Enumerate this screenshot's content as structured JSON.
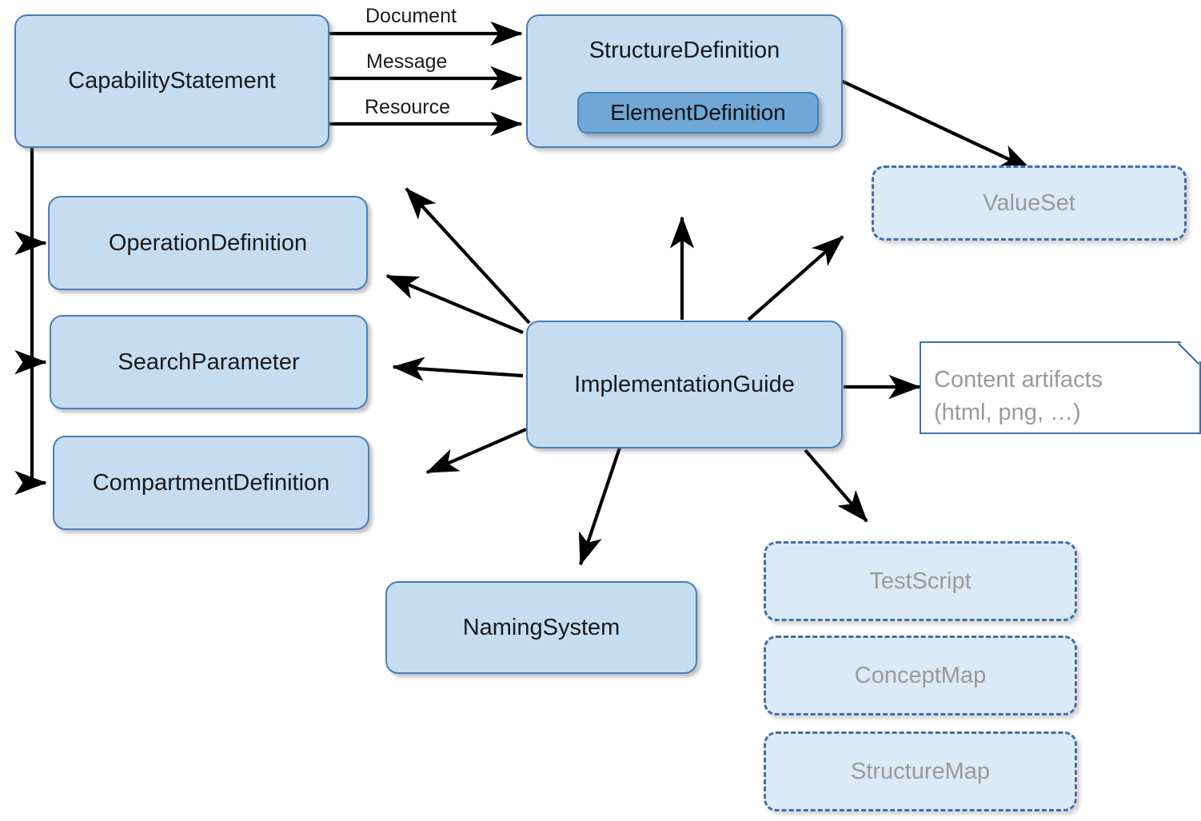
{
  "diagram": {
    "title": "FHIR Conformance and Implementation Guide resource relationships",
    "colors": {
      "solid_fill": "#c6dcf0",
      "solid_border": "#4a7ebb",
      "nested_fill": "#6fa7d7",
      "dashed_fill": "#dce9f6",
      "dashed_border": "#3f6fa8",
      "note_fill": "#ffffff",
      "note_border": "#3f6fa8",
      "muted_text": "#9a9a9a",
      "text": "#1a1a1a",
      "arrow": "#000000",
      "background": "#ffffff"
    },
    "nodes": [
      {
        "id": "capability-statement",
        "label": "CapabilityStatement",
        "style": "solid"
      },
      {
        "id": "structure-definition",
        "label": "StructureDefinition",
        "style": "solid"
      },
      {
        "id": "element-definition",
        "label": "ElementDefinition",
        "style": "nested"
      },
      {
        "id": "value-set",
        "label": "ValueSet",
        "style": "dashed"
      },
      {
        "id": "operation-definition",
        "label": "OperationDefinition",
        "style": "solid"
      },
      {
        "id": "search-parameter",
        "label": "SearchParameter",
        "style": "solid"
      },
      {
        "id": "compartment-definition",
        "label": "CompartmentDefinition",
        "style": "solid"
      },
      {
        "id": "implementation-guide",
        "label": "ImplementationGuide",
        "style": "solid"
      },
      {
        "id": "content-artifacts",
        "label": "Content artifacts\n(html, png, …)",
        "style": "note"
      },
      {
        "id": "naming-system",
        "label": "NamingSystem",
        "style": "solid"
      },
      {
        "id": "test-script",
        "label": "TestScript",
        "style": "dashed"
      },
      {
        "id": "concept-map",
        "label": "ConceptMap",
        "style": "dashed"
      },
      {
        "id": "structure-map",
        "label": "StructureMap",
        "style": "dashed"
      }
    ],
    "node_labels": {
      "capability_statement": "CapabilityStatement",
      "structure_definition": "StructureDefinition",
      "element_definition": "ElementDefinition",
      "value_set": "ValueSet",
      "operation_definition": "OperationDefinition",
      "search_parameter": "SearchParameter",
      "compartment_definition": "CompartmentDefinition",
      "implementation_guide": "ImplementationGuide",
      "content_artifacts_line1": "Content artifacts",
      "content_artifacts_line2": "(html, png, …)",
      "naming_system": "NamingSystem",
      "test_script": "TestScript",
      "concept_map": "ConceptMap",
      "structure_map": "StructureMap"
    },
    "edge_labels": {
      "document": "Document",
      "message": "Message",
      "resource": "Resource"
    },
    "edges": [
      {
        "from": "capability-statement",
        "to": "structure-definition",
        "label": "Document"
      },
      {
        "from": "capability-statement",
        "to": "structure-definition",
        "label": "Message"
      },
      {
        "from": "capability-statement",
        "to": "structure-definition",
        "label": "Resource"
      },
      {
        "from": "capability-statement",
        "to": "operation-definition",
        "label": ""
      },
      {
        "from": "capability-statement",
        "to": "search-parameter",
        "label": ""
      },
      {
        "from": "capability-statement",
        "to": "compartment-definition",
        "label": ""
      },
      {
        "from": "structure-definition",
        "to": "value-set",
        "label": ""
      },
      {
        "from": "implementation-guide",
        "to": "capability-statement",
        "label": ""
      },
      {
        "from": "implementation-guide",
        "to": "operation-definition",
        "label": ""
      },
      {
        "from": "implementation-guide",
        "to": "search-parameter",
        "label": ""
      },
      {
        "from": "implementation-guide",
        "to": "compartment-definition",
        "label": ""
      },
      {
        "from": "implementation-guide",
        "to": "structure-definition",
        "label": ""
      },
      {
        "from": "implementation-guide",
        "to": "value-set",
        "label": ""
      },
      {
        "from": "implementation-guide",
        "to": "content-artifacts",
        "label": ""
      },
      {
        "from": "implementation-guide",
        "to": "naming-system",
        "label": ""
      },
      {
        "from": "implementation-guide",
        "to": "test-script",
        "label": ""
      }
    ]
  }
}
